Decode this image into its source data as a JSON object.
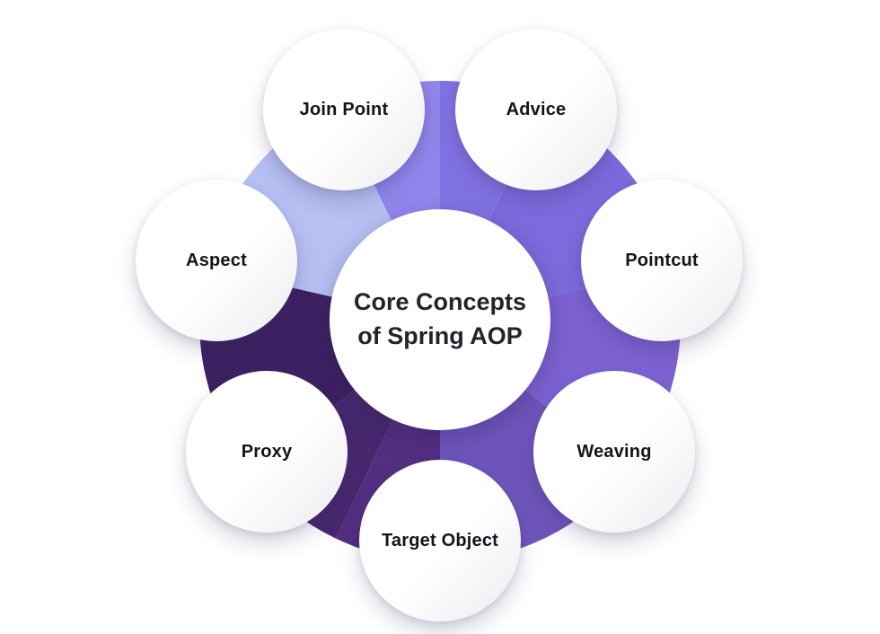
{
  "diagram": {
    "title": "Core Concepts of Spring AOP",
    "title_lines": [
      "Core Concepts",
      "of Spring AOP"
    ],
    "nodes": [
      {
        "id": "join-point",
        "label": "Join Point"
      },
      {
        "id": "advice",
        "label": "Advice"
      },
      {
        "id": "pointcut",
        "label": "Pointcut"
      },
      {
        "id": "weaving",
        "label": "Weaving"
      },
      {
        "id": "target-object",
        "label": "Target Object"
      },
      {
        "id": "proxy",
        "label": "Proxy"
      },
      {
        "id": "aspect",
        "label": "Aspect"
      }
    ],
    "colors": {
      "background": "#ffffff",
      "node_background": "#ffffff",
      "label_text": "#14141f",
      "title_text": "#23232e"
    }
  },
  "wheel": {
    "sectors": [
      {
        "name": "aspect-to-joinpoint",
        "color": "#b6c0f2"
      },
      {
        "name": "joinpoint-to-top",
        "color": "#9186ec"
      },
      {
        "name": "top-to-advice",
        "color": "#8172e2"
      },
      {
        "name": "advice-to-pointcut",
        "color": "#7b6bdc"
      },
      {
        "name": "pointcut-to-weaving",
        "color": "#7d62d2"
      },
      {
        "name": "weaving-to-target",
        "color": "#6e55bb"
      },
      {
        "name": "target-to-midbottom",
        "color": "#522f80"
      },
      {
        "name": "midbottom-to-proxy",
        "color": "#47286f"
      },
      {
        "name": "proxy-to-aspect",
        "color": "#3d2162"
      }
    ]
  }
}
